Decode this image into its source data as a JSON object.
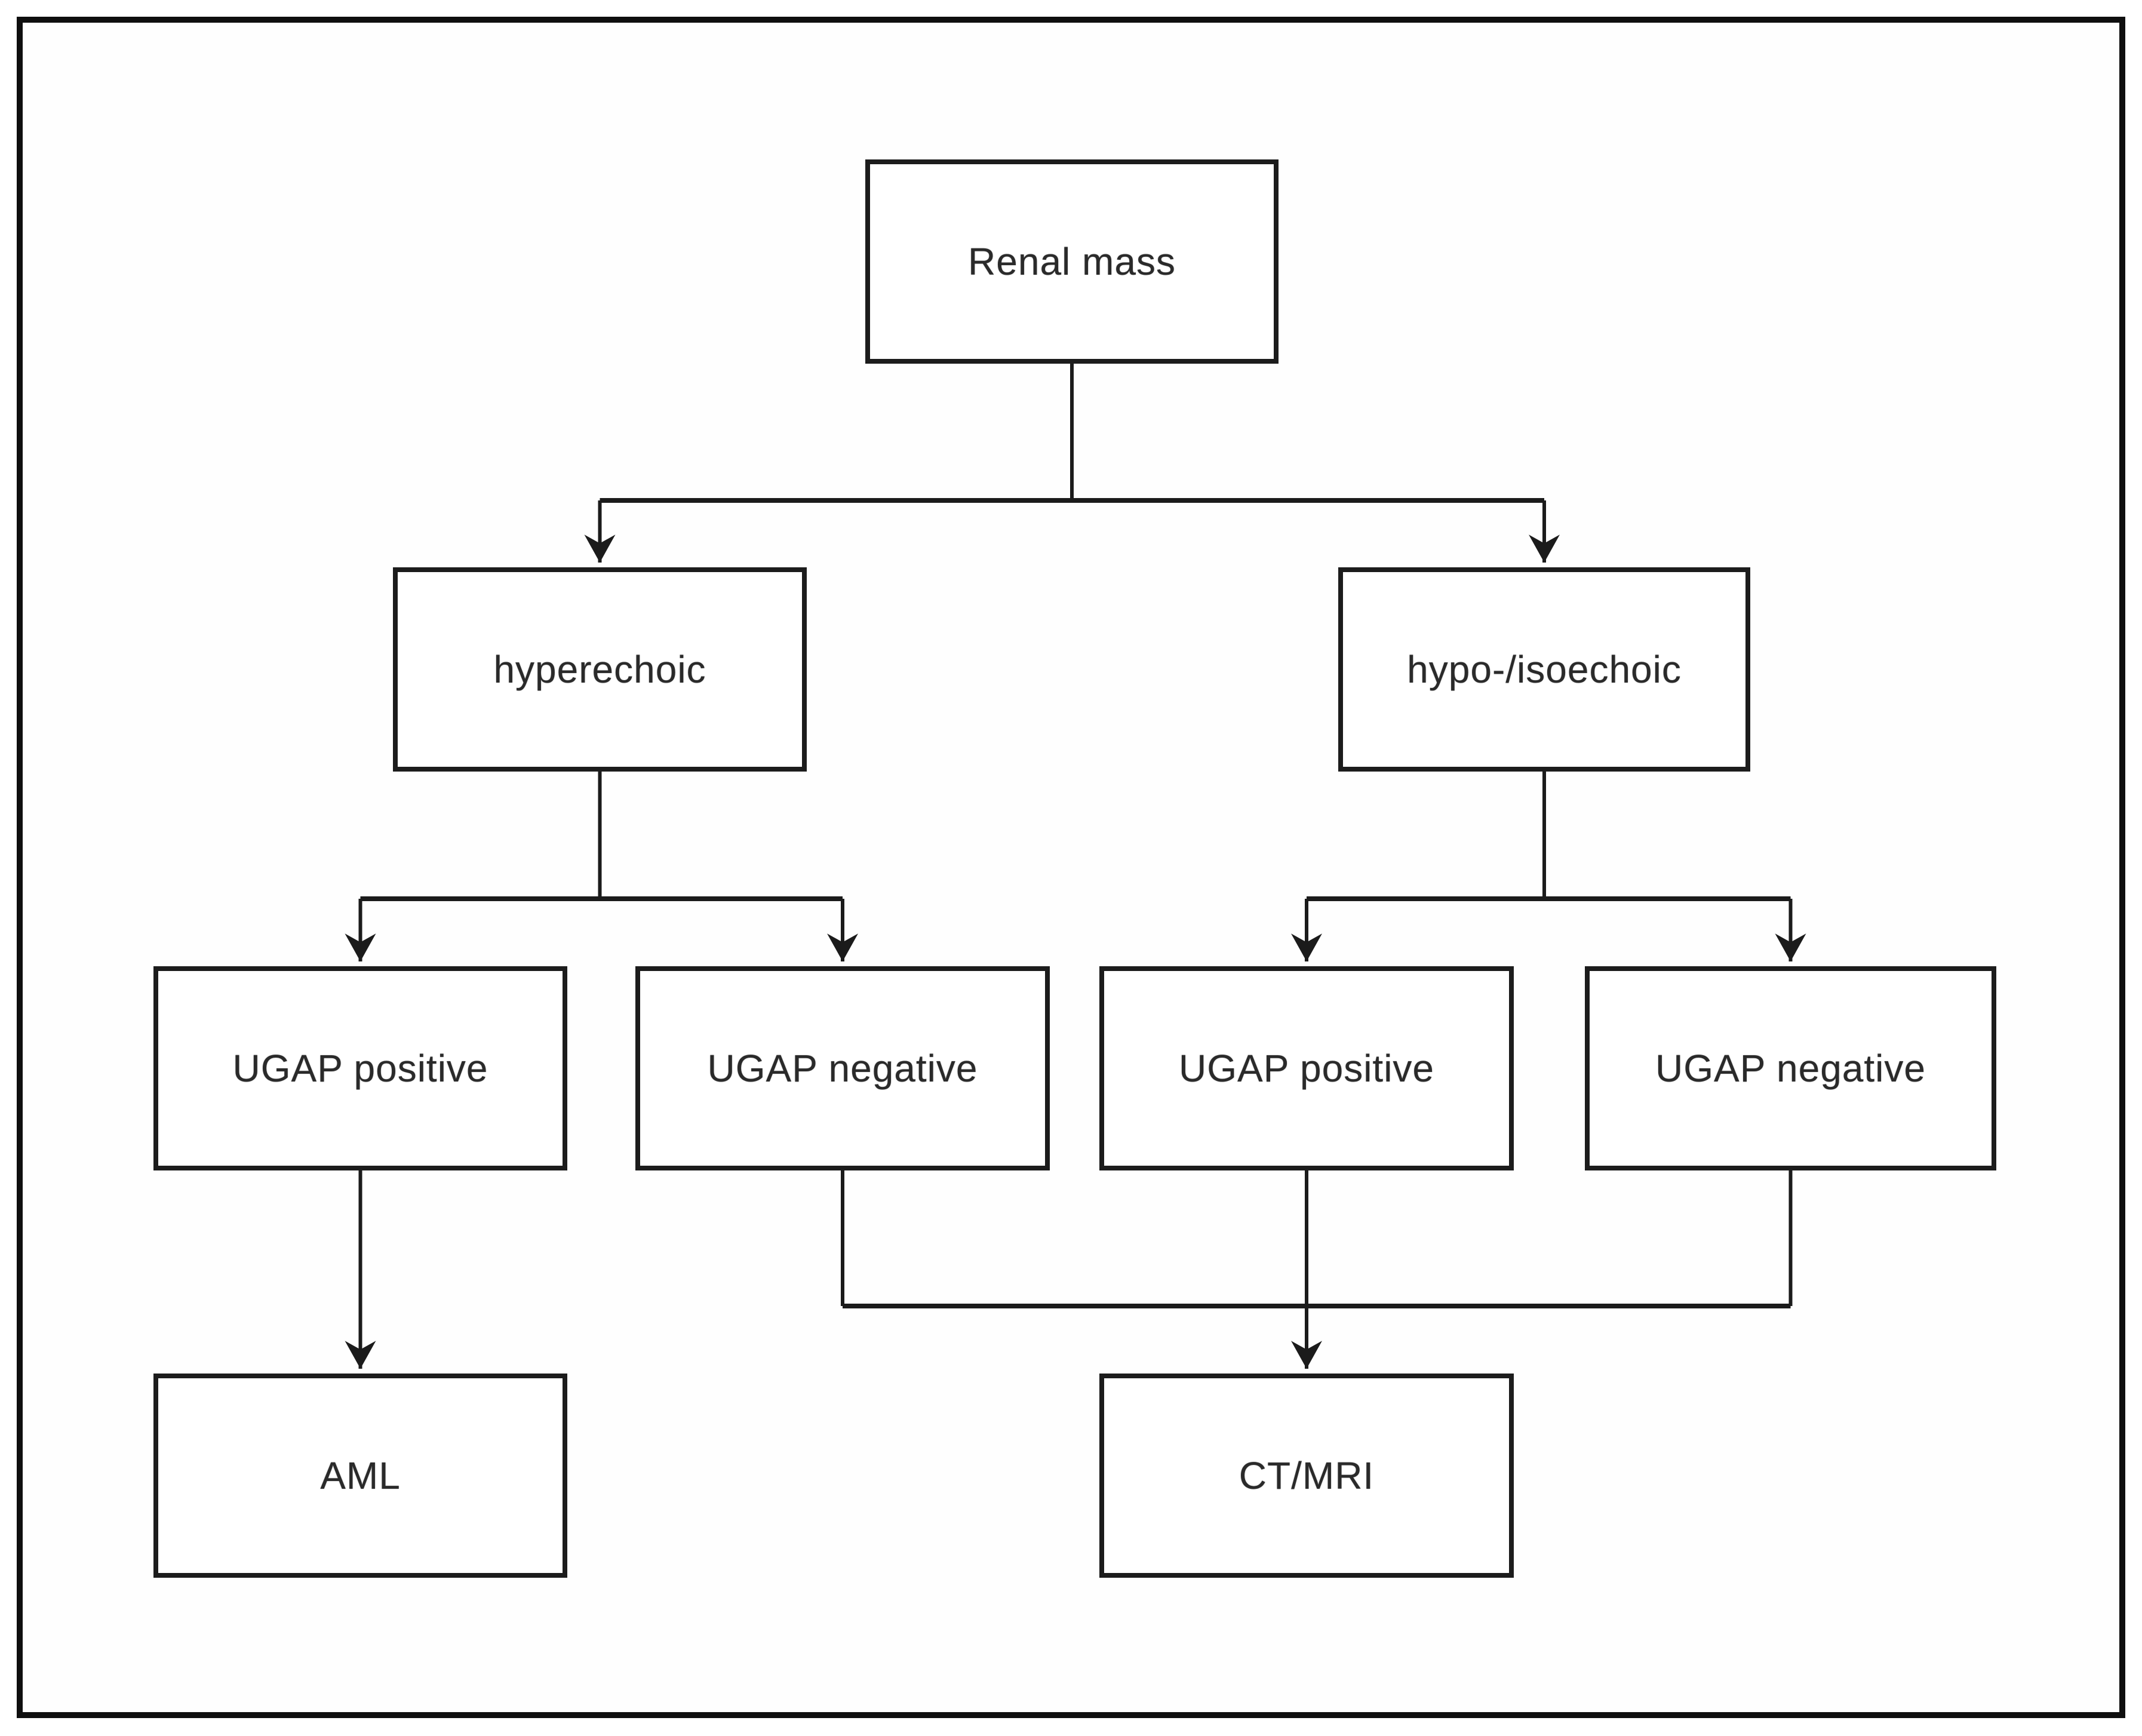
{
  "diagram": {
    "type": "flowchart",
    "colors": {
      "line": "#1b1b1b",
      "box_border": "#1c1c1c",
      "box_fill": "#ffffff",
      "text": "#2a2a2a",
      "background": "#ffffff"
    },
    "nodes": {
      "renal_mass": {
        "label": "Renal mass"
      },
      "hyperechoic": {
        "label": "hyperechoic"
      },
      "hypo_isoechoic": {
        "label": "hypo-/isoechoic"
      },
      "ugap_positive_left": {
        "label": "UGAP positive"
      },
      "ugap_negative_left": {
        "label": "UGAP negative"
      },
      "ugap_positive_right": {
        "label": "UGAP positive"
      },
      "ugap_negative_right": {
        "label": "UGAP negative"
      },
      "aml": {
        "label": "AML"
      },
      "ct_mri": {
        "label": "CT/MRI"
      }
    },
    "edges": [
      {
        "from": "renal_mass",
        "to": "hyperechoic",
        "arrow": true
      },
      {
        "from": "renal_mass",
        "to": "hypo_isoechoic",
        "arrow": true
      },
      {
        "from": "hyperechoic",
        "to": "ugap_positive_left",
        "arrow": true
      },
      {
        "from": "hyperechoic",
        "to": "ugap_negative_left",
        "arrow": true
      },
      {
        "from": "hypo_isoechoic",
        "to": "ugap_positive_right",
        "arrow": true
      },
      {
        "from": "hypo_isoechoic",
        "to": "ugap_negative_right",
        "arrow": true
      },
      {
        "from": "ugap_positive_left",
        "to": "aml",
        "arrow": true
      },
      {
        "from": "ugap_negative_left",
        "to": "ct_mri",
        "arrow": true
      },
      {
        "from": "ugap_positive_right",
        "to": "ct_mri",
        "arrow": true
      },
      {
        "from": "ugap_negative_right",
        "to": "ct_mri",
        "arrow": true
      }
    ]
  }
}
